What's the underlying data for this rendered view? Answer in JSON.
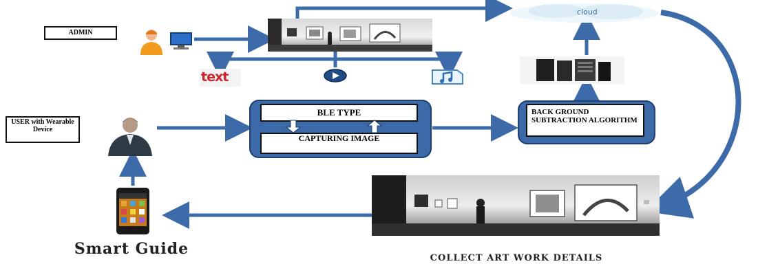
{
  "labels": {
    "admin": "ADMIN",
    "user": "USER with Wearable Device",
    "ble": "BLE TYPE",
    "capture": "CAPTURING IMAGE",
    "bg": "BACK GROUND SUBTRACTION ALGORITHM",
    "cloud": "cloud",
    "text_icon": "text",
    "smart_guide": "Smart Guide",
    "collect": "COLLECT    ART WORK DETAILS"
  },
  "colors": {
    "arrow": "#3d6aa8",
    "box": "#3c69a8"
  },
  "icons": [
    "admin-person-icon",
    "computer-icon",
    "text-file-icon",
    "video-icon",
    "audio-file-icon",
    "server-icon",
    "cloud-icon",
    "user-person-icon",
    "smartphone-icon"
  ]
}
